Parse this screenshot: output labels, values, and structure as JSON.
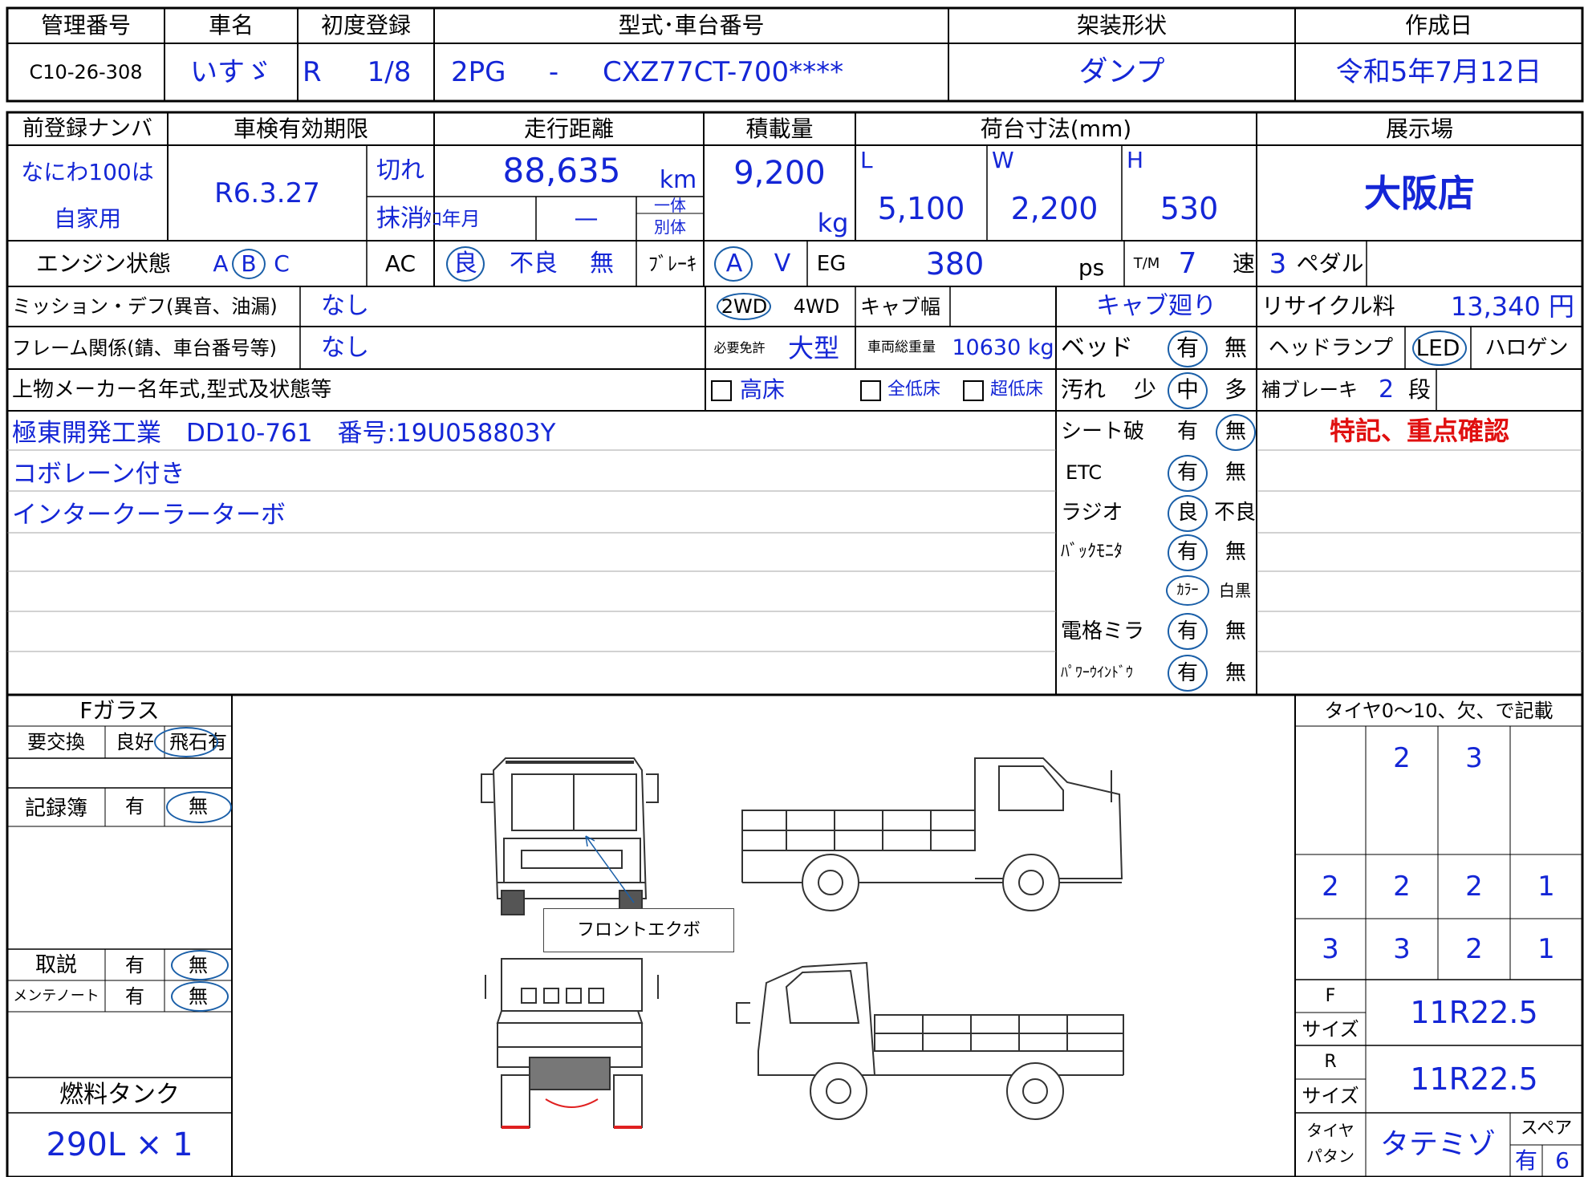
{
  "top": {
    "h_mgmt_no": "管理番号",
    "h_car_name": "車名",
    "h_first_reg": "初度登録",
    "h_model": "型式･車台番号",
    "h_body": "架装形状",
    "h_created": "作成日",
    "mgmt_no": "C10-26-308",
    "car_name": "いすゞ",
    "reg_era": "R",
    "reg_date": "1/8",
    "model_code": "2PG",
    "model_dash": "-",
    "chassis_no": "CXZ77CT-700****",
    "body_type": "ダンプ",
    "created": "令和5年7月12日"
  },
  "row2": {
    "h_prev_plate": "前登録ナンバ",
    "h_inspection": "車検有効期限",
    "h_mileage": "走行距離",
    "h_load": "積載量",
    "h_bed": "荷台寸法(mm)",
    "h_showroom": "展示場",
    "plate1": "なにわ100は",
    "plate2": "自家用",
    "inspection": "R6.3.27",
    "expired": "切れ",
    "cancelled": "抹消",
    "mileage": "88,635",
    "km": "km",
    "tacho": "ﾀｺ年月",
    "tacho_val": "—",
    "ittai": "一体",
    "betsutai": "別体",
    "load": "9,200",
    "kg": "kg",
    "L": "L",
    "W": "W",
    "H": "H",
    "L_val": "5,100",
    "W_val": "2,200",
    "H_val": "530",
    "showroom": "大阪店"
  },
  "row3": {
    "engine_label": "エンジン状態",
    "eng_a": "A",
    "eng_b": "B",
    "eng_c": "C",
    "ac": "AC",
    "ac_good": "良",
    "ac_bad": "不良",
    "ac_none": "無",
    "brake": "ﾌﾞﾚｰｷ",
    "brake_a": "A",
    "brake_v": "V",
    "eg": "EG",
    "eg_val": "380",
    "ps": "ps",
    "tm": "T/M",
    "tm_val": "7",
    "speed": "速",
    "pedal_val": "3",
    "pedal": "ペダル"
  },
  "left": {
    "mission_label": "ミッション・デフ(異音、油漏)",
    "mission_val": "なし",
    "frame_label": "フレーム関係(錆、車台番号等)",
    "frame_val": "なし",
    "upper_label": "上物メーカー名年式,型式及状態等",
    "wd2": "2WD",
    "wd4": "4WD",
    "cab_width": "キャブ幅",
    "license_label": "必要免許",
    "license_val": "大型",
    "gross_label": "車両総重量",
    "gross_val": "10630 kg",
    "high_floor": "高床",
    "full_low": "全低床",
    "super_low": "超低床",
    "note1": "極東開発工業　DD10-761　番号:19U058803Y",
    "note2": "コボレーン付き",
    "note3": "インタークーラーターボ"
  },
  "cab": {
    "title": "キャブ廻り",
    "bed": "ベッド",
    "bed_yes": "有",
    "bed_no": "無",
    "dirt": "汚れ",
    "dirt_low": "少",
    "dirt_mid": "中",
    "dirt_high": "多",
    "seat": "シート破",
    "seat_yes": "有",
    "seat_no": "無",
    "etc": "ETC",
    "etc_yes": "有",
    "etc_no": "無",
    "radio": "ラジオ",
    "radio_good": "良",
    "radio_bad": "不良",
    "backmon": "ﾊﾞｯｸﾓﾆﾀ",
    "backmon_yes": "有",
    "backmon_no": "無",
    "color": "ｶﾗｰ",
    "mono": "白黒",
    "mirror": "電格ミラ",
    "mirror_yes": "有",
    "mirror_no": "無",
    "pw": "ﾊﾟﾜｰｳｲﾝﾄﾞｳ",
    "pw_yes": "有",
    "pw_no": "無"
  },
  "right": {
    "recycle_label": "リサイクル料",
    "recycle_val": "13,340 円",
    "headlamp": "ヘッドランプ",
    "led": "LED",
    "halogen": "ハロゲン",
    "aux_brake": "補ブレーキ",
    "aux_val": "2",
    "dan": "段",
    "special": "特記、重点確認"
  },
  "lower_left": {
    "fglass": "Fガラス",
    "replace": "要交換",
    "good": "良好",
    "chip": "飛石有",
    "record": "記録簿",
    "rec_yes": "有",
    "rec_no": "無",
    "manual": "取説",
    "man_yes": "有",
    "man_no": "無",
    "maint": "メンテノート",
    "mt_yes": "有",
    "mt_no": "無",
    "fuel_label": "燃料タンク",
    "fuel_val": "290L × 1"
  },
  "diagram": {
    "callout": "フロントエクボ"
  },
  "tires": {
    "title": "タイヤ0～10、欠、で記載",
    "front": [
      "2",
      "3"
    ],
    "rear1": [
      "2",
      "2",
      "2",
      "1"
    ],
    "rear2": [
      "3",
      "3",
      "2",
      "1"
    ],
    "f": "F",
    "r": "R",
    "size": "サイズ",
    "f_size": "11R22.5",
    "r_size": "11R22.5",
    "pattern1": "タイヤ",
    "pattern2": "パタン",
    "pattern_val": "タテミゾ",
    "spare": "スペア",
    "spare_yes": "有",
    "spare_n": "6"
  }
}
